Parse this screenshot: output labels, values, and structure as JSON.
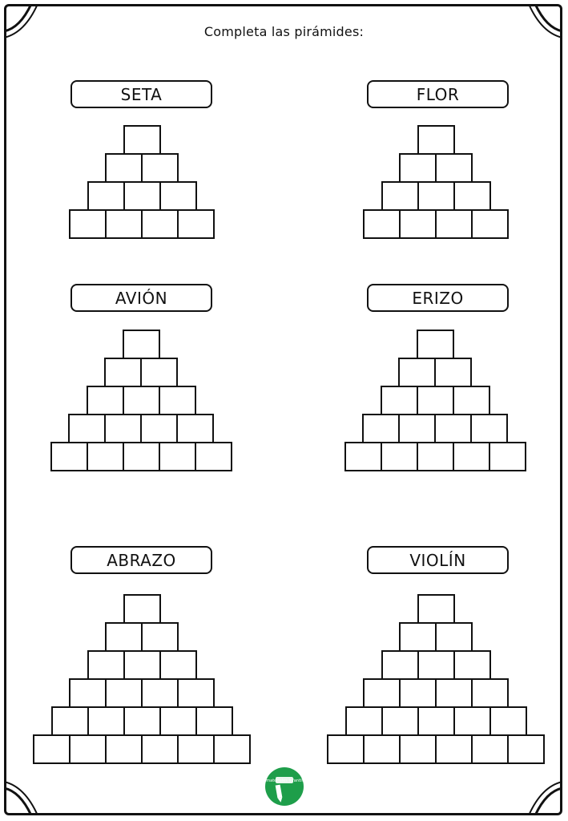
{
  "worksheet": {
    "instruction": "Completa las pirámides:",
    "pyramids": [
      {
        "word": "SETA",
        "levels": 4
      },
      {
        "word": "FLOR",
        "levels": 4
      },
      {
        "word": "AVIÓN",
        "levels": 5
      },
      {
        "word": "ERIZO",
        "levels": 5
      },
      {
        "word": "ABRAZO",
        "levels": 6
      },
      {
        "word": "VIOLÍN",
        "levels": 6
      }
    ]
  },
  "logo": {
    "icon": "pencil-icon",
    "text": "materiales infantil",
    "color": "#1e9e4a"
  }
}
